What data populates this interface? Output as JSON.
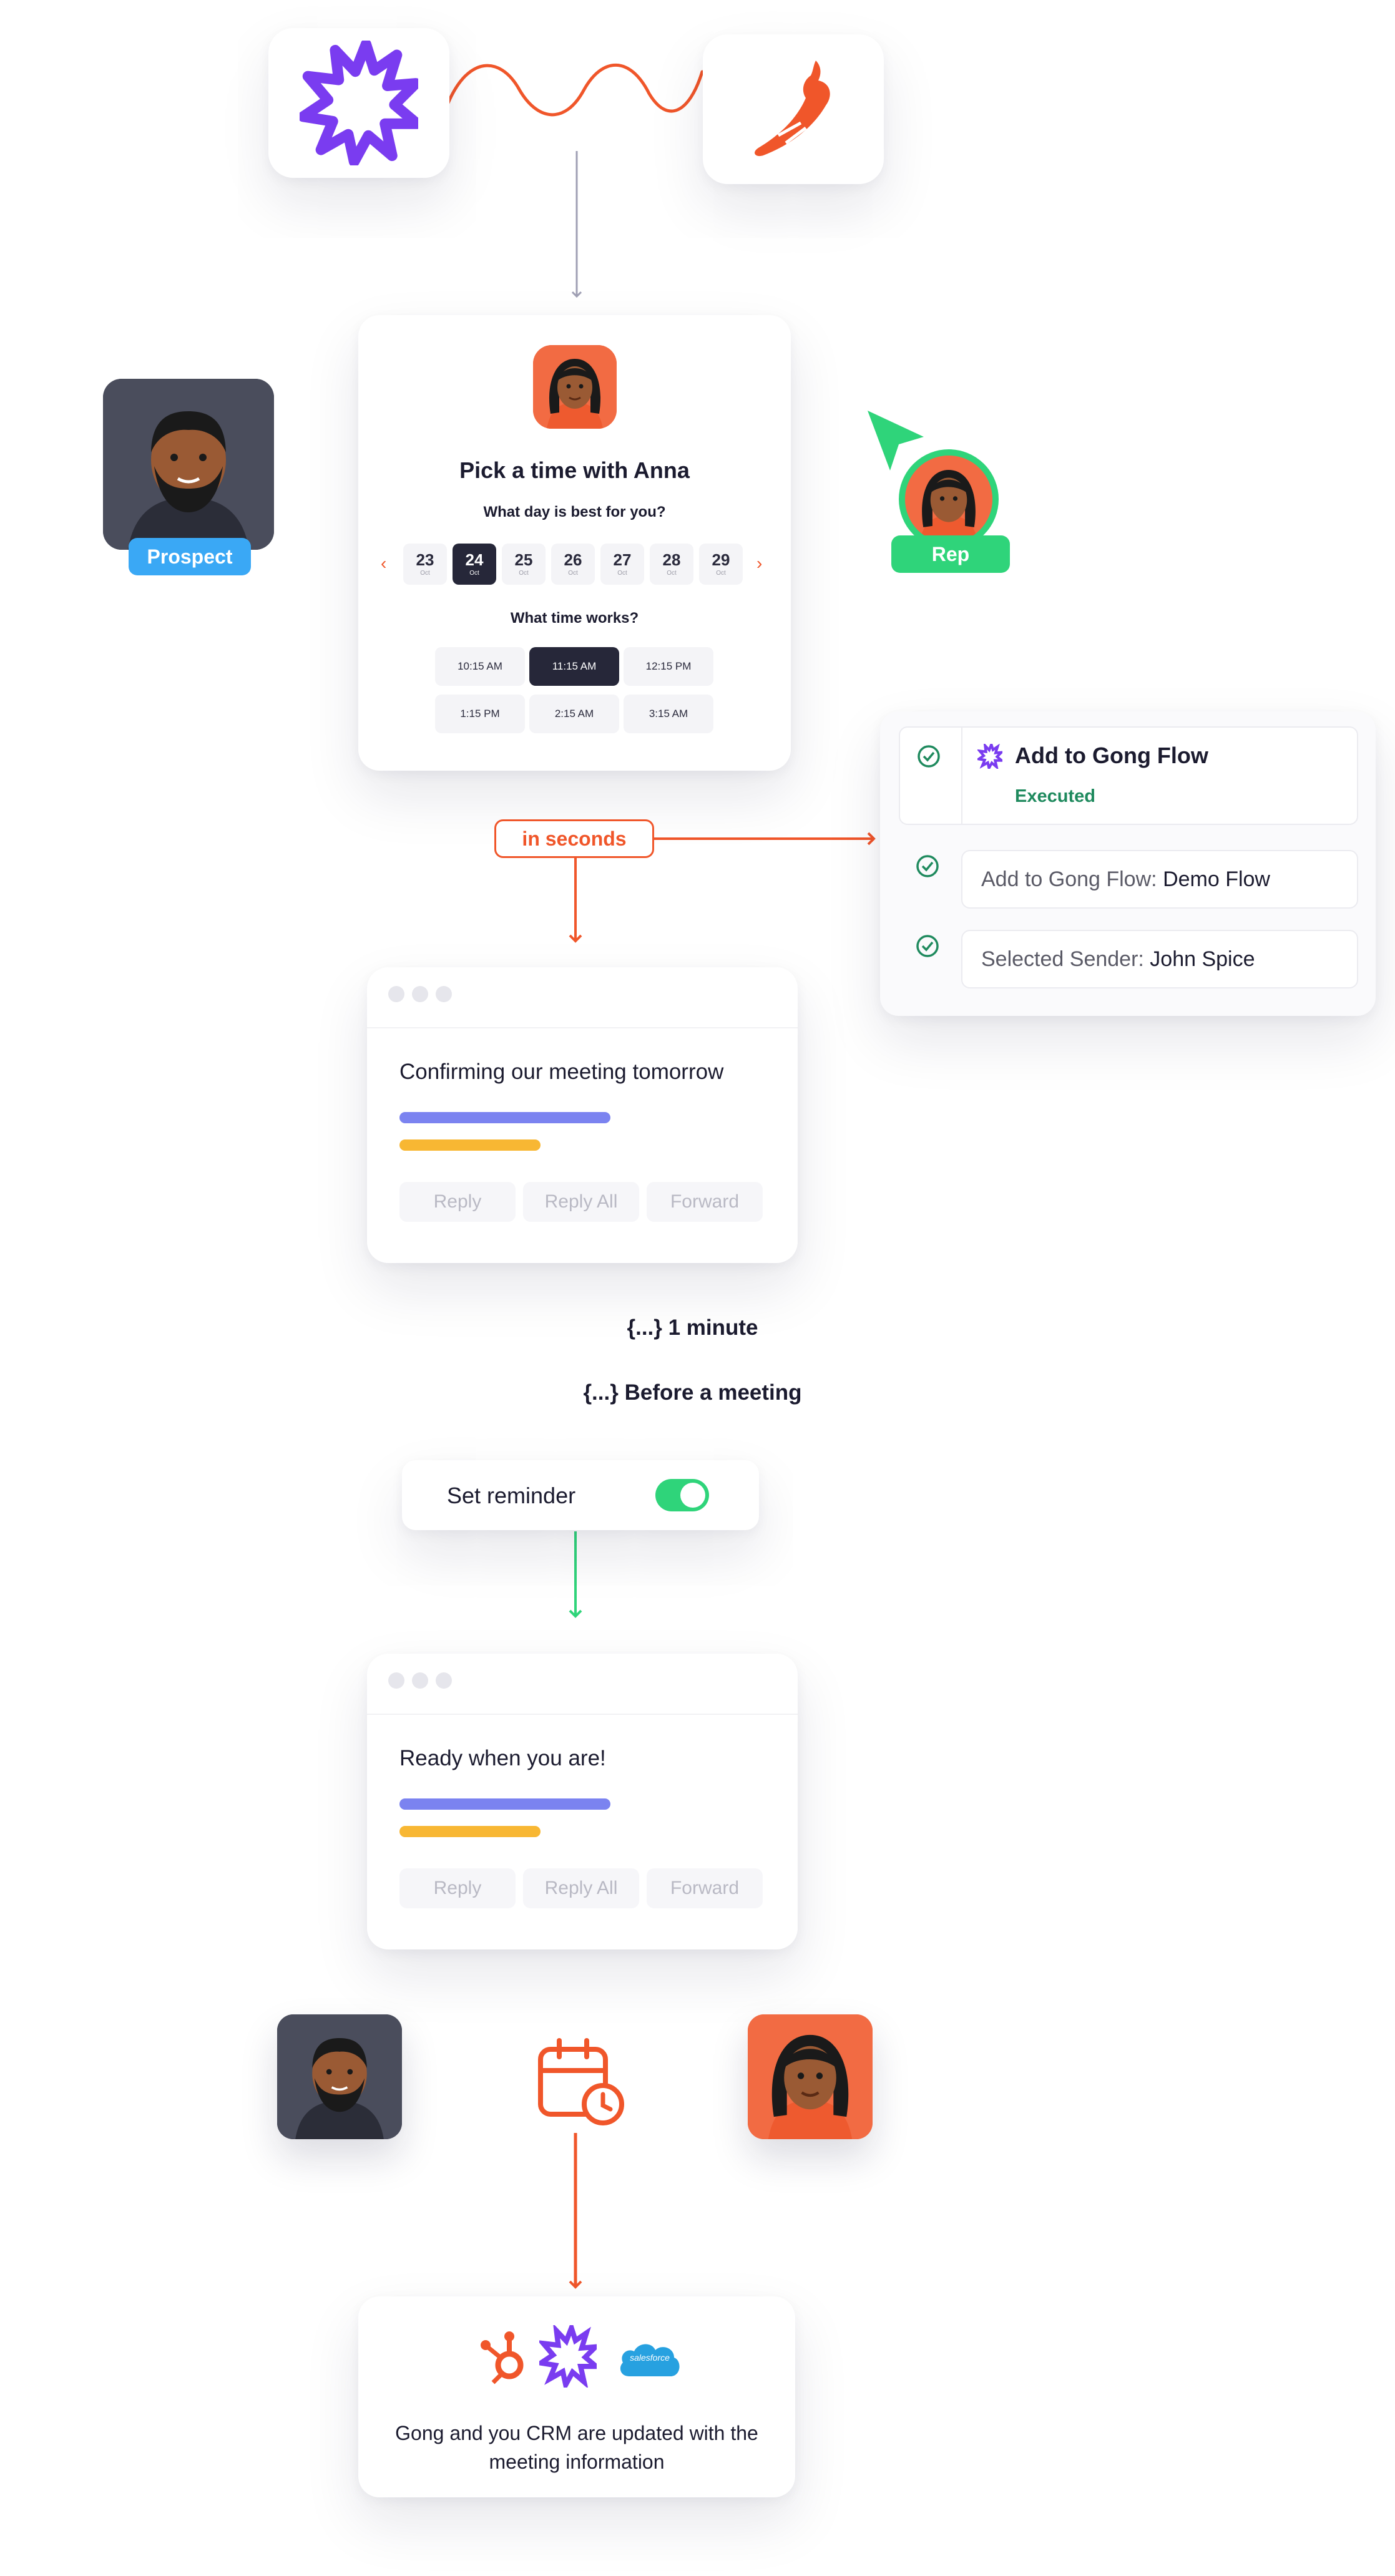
{
  "scheduler": {
    "title": "Pick a time with Anna",
    "day_question": "What day is best for you?",
    "days": [
      {
        "num": "23",
        "mon": "Oct"
      },
      {
        "num": "24",
        "mon": "Oct"
      },
      {
        "num": "25",
        "mon": "Oct"
      },
      {
        "num": "26",
        "mon": "Oct"
      },
      {
        "num": "27",
        "mon": "Oct"
      },
      {
        "num": "28",
        "mon": "Oct"
      },
      {
        "num": "29",
        "mon": "Oct"
      }
    ],
    "selected_day": "24",
    "time_question": "What time works?",
    "times": [
      "10:15 AM",
      "11:15 AM",
      "12:15 PM",
      "1:15 PM",
      "2:15 AM",
      "3:15 AM"
    ],
    "selected_time": "11:15 AM"
  },
  "labels": {
    "prospect": "Prospect",
    "rep": "Rep",
    "in_seconds": "in seconds"
  },
  "flow": {
    "title": "Add to Gong Flow",
    "status": "Executed",
    "step1_label": "Add to Gong Flow:",
    "step1_value": "Demo Flow",
    "step2_label": "Selected Sender:",
    "step2_value": "John Spice"
  },
  "email1": {
    "subject": "Confirming our meeting tomorrow",
    "reply": "Reply",
    "reply_all": "Reply All",
    "forward": "Forward"
  },
  "timing": {
    "delay": "{...} 1 minute",
    "before": "{...} Before a meeting"
  },
  "reminder": {
    "label": "Set reminder",
    "enabled": true
  },
  "email2": {
    "subject": "Ready when you are!",
    "reply": "Reply",
    "reply_all": "Reply All",
    "forward": "Forward"
  },
  "crm": {
    "text_line1": "Gong and you CRM are updated with the",
    "text_line2": "meeting information",
    "salesforce_logo_text": "salesforce"
  },
  "colors": {
    "gong_purple": "#7a3cf0",
    "orange": "#f0562a",
    "green": "#2fd47a",
    "blue": "#3aa8f5",
    "teal_check": "#1f8a5e",
    "dark": "#262739",
    "bar_purple": "#7b83f0",
    "bar_yellow": "#f8b733"
  }
}
